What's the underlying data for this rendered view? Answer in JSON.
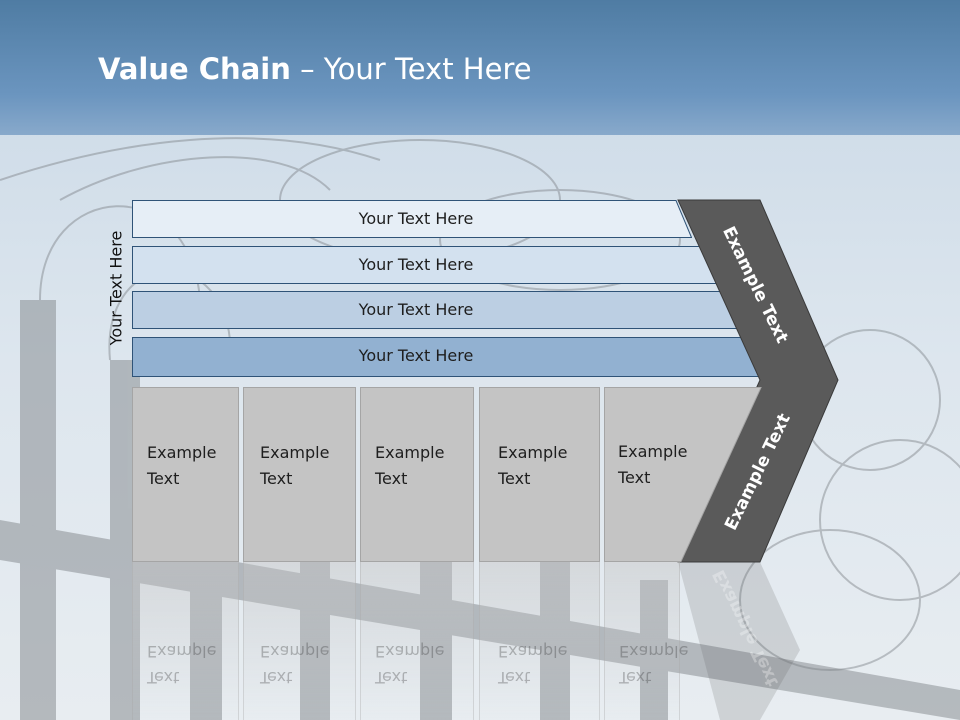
{
  "slide": {
    "title_bold": "Value Chain",
    "title_rest": " – Your Text Here",
    "side_label": "Your Text Here",
    "rows": [
      {
        "label": "Your Text Here",
        "fill": "#e6eef6"
      },
      {
        "label": "Your Text Here",
        "fill": "#d3e1ef"
      },
      {
        "label": "Your Text Here",
        "fill": "#bccfe3"
      },
      {
        "label": "Your Text Here",
        "fill": "#92b1d1"
      }
    ],
    "boxes": [
      {
        "line1": "Example",
        "line2": "Text"
      },
      {
        "line1": "Example",
        "line2": "Text"
      },
      {
        "line1": "Example",
        "line2": "Text"
      },
      {
        "line1": "Example",
        "line2": "Text"
      },
      {
        "line1": "Example",
        "line2": "Text"
      }
    ],
    "chevron_top_text": "Example Text",
    "chevron_bottom_text": "Example Text"
  },
  "colors": {
    "header": "#5b87b2",
    "box_fill": "#c4c4c4",
    "chevron_fill": "#5a5a5a",
    "row_border": "#2f5377"
  }
}
